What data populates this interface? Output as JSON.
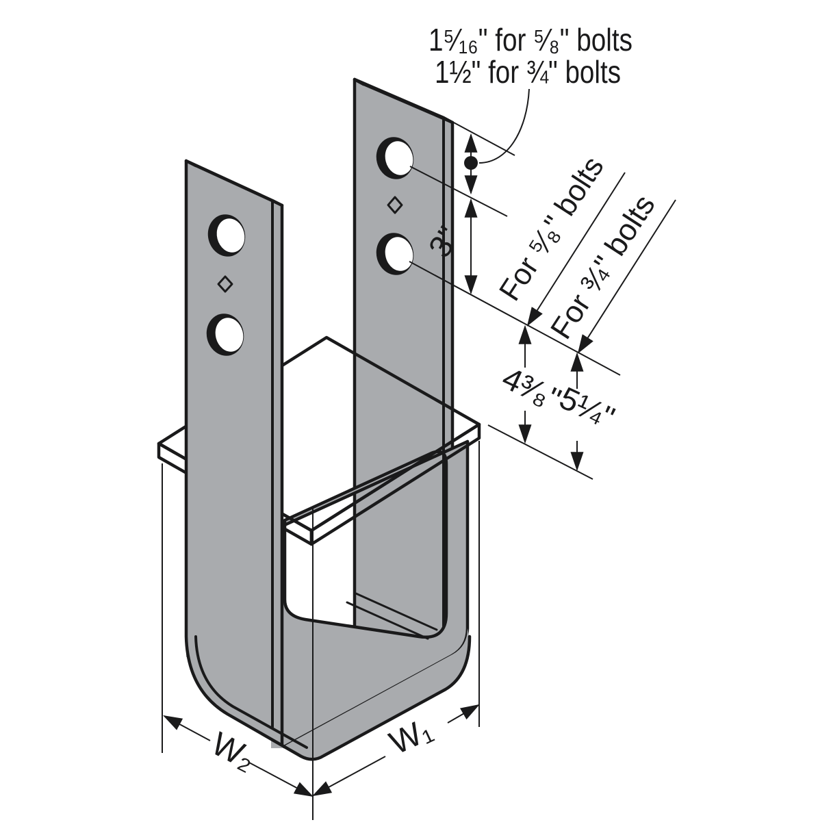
{
  "figure": {
    "kind": "isometric technical diagram",
    "subject": "column-base bracket with two bolt straps, seat plate and U-shaped base"
  },
  "colors": {
    "steel": "#a9abae",
    "line": "#1a1a1b",
    "background": "#ffffff"
  },
  "annotations": {
    "top_note_line1": "1⁵⁄₁₆\" for ⁵⁄₈\" bolts",
    "top_note_line2": "1½\" for ¾\" bolts",
    "hole_spacing": "3\"",
    "leader_for_58": "For ⁵⁄₈\" bolts",
    "leader_for_34": "For ¾\" bolts",
    "height_for_58": "4³⁄₈\"",
    "height_for_34": "5¼\"",
    "width_left": "W₂",
    "width_right": "W₁"
  }
}
